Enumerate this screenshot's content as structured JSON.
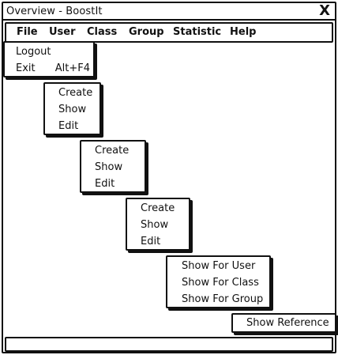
{
  "window": {
    "title": "Overview - BoostIt",
    "close_label": "X"
  },
  "menubar": {
    "items": [
      {
        "label": "File"
      },
      {
        "label": "User"
      },
      {
        "label": "Class"
      },
      {
        "label": "Group"
      },
      {
        "label": "Statistic"
      },
      {
        "label": "Help"
      }
    ]
  },
  "menus": {
    "file": {
      "items": [
        {
          "label": "Logout",
          "shortcut": ""
        },
        {
          "label": "Exit",
          "shortcut": "Alt+F4"
        }
      ]
    },
    "user": {
      "items": [
        {
          "label": "Create"
        },
        {
          "label": "Show"
        },
        {
          "label": "Edit"
        }
      ]
    },
    "class": {
      "items": [
        {
          "label": "Create"
        },
        {
          "label": "Show"
        },
        {
          "label": "Edit"
        }
      ]
    },
    "group": {
      "items": [
        {
          "label": "Create"
        },
        {
          "label": "Show"
        },
        {
          "label": "Edit"
        }
      ]
    },
    "statistic": {
      "items": [
        {
          "label": "Show For User"
        },
        {
          "label": "Show For Class"
        },
        {
          "label": "Show For Group"
        }
      ]
    },
    "help": {
      "items": [
        {
          "label": "Show Reference"
        }
      ]
    }
  }
}
